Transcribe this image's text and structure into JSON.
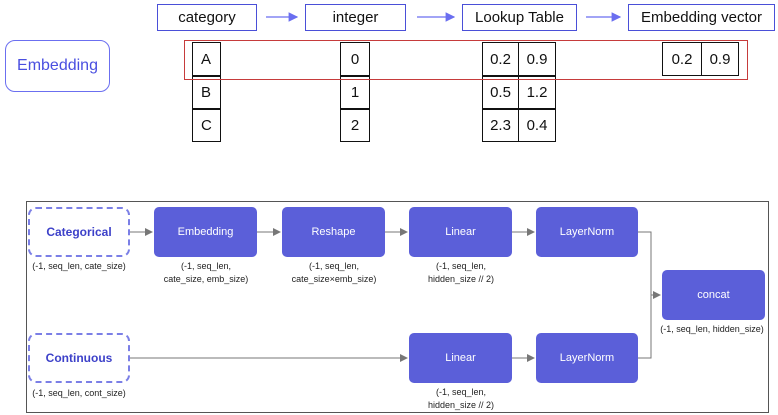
{
  "top": {
    "headers": [
      "category",
      "integer",
      "Lookup Table",
      "Embedding vector"
    ],
    "embedding_label": "Embedding",
    "rows": [
      {
        "category": "A",
        "integer": "0",
        "lookup": [
          "0.2",
          "0.9"
        ]
      },
      {
        "category": "B",
        "integer": "1",
        "lookup": [
          "0.5",
          "1.2"
        ]
      },
      {
        "category": "C",
        "integer": "2",
        "lookup": [
          "2.3",
          "0.4"
        ]
      }
    ],
    "embedding_vector": [
      "0.2",
      "0.9"
    ]
  },
  "flow": {
    "inputs": {
      "categorical": {
        "label": "Categorical",
        "shape": "(-1, seq_len, cate_size)"
      },
      "continuous": {
        "label": "Continuous",
        "shape": "(-1, seq_len, cont_size)"
      }
    },
    "nodes": {
      "embedding": {
        "label": "Embedding",
        "shape": "(-1, seq_len,\ncate_size, emb_size)"
      },
      "reshape": {
        "label": "Reshape",
        "shape": "(-1, seq_len,\ncate_size×emb_size)"
      },
      "linear_cat": {
        "label": "Linear",
        "shape": "(-1, seq_len,\nhidden_size // 2)"
      },
      "layernorm_cat": {
        "label": "LayerNorm"
      },
      "concat": {
        "label": "concat",
        "shape": "(-1, seq_len, hidden_size)"
      },
      "linear_cont": {
        "label": "Linear",
        "shape": "(-1, seq_len,\nhidden_size // 2)"
      },
      "layernorm_cont": {
        "label": "LayerNorm"
      }
    }
  },
  "colors": {
    "node_fill": "#5b5fd9",
    "input_border": "#7b7fe6",
    "header_border": "#4a4fd8",
    "highlight": "#c63b3b"
  }
}
